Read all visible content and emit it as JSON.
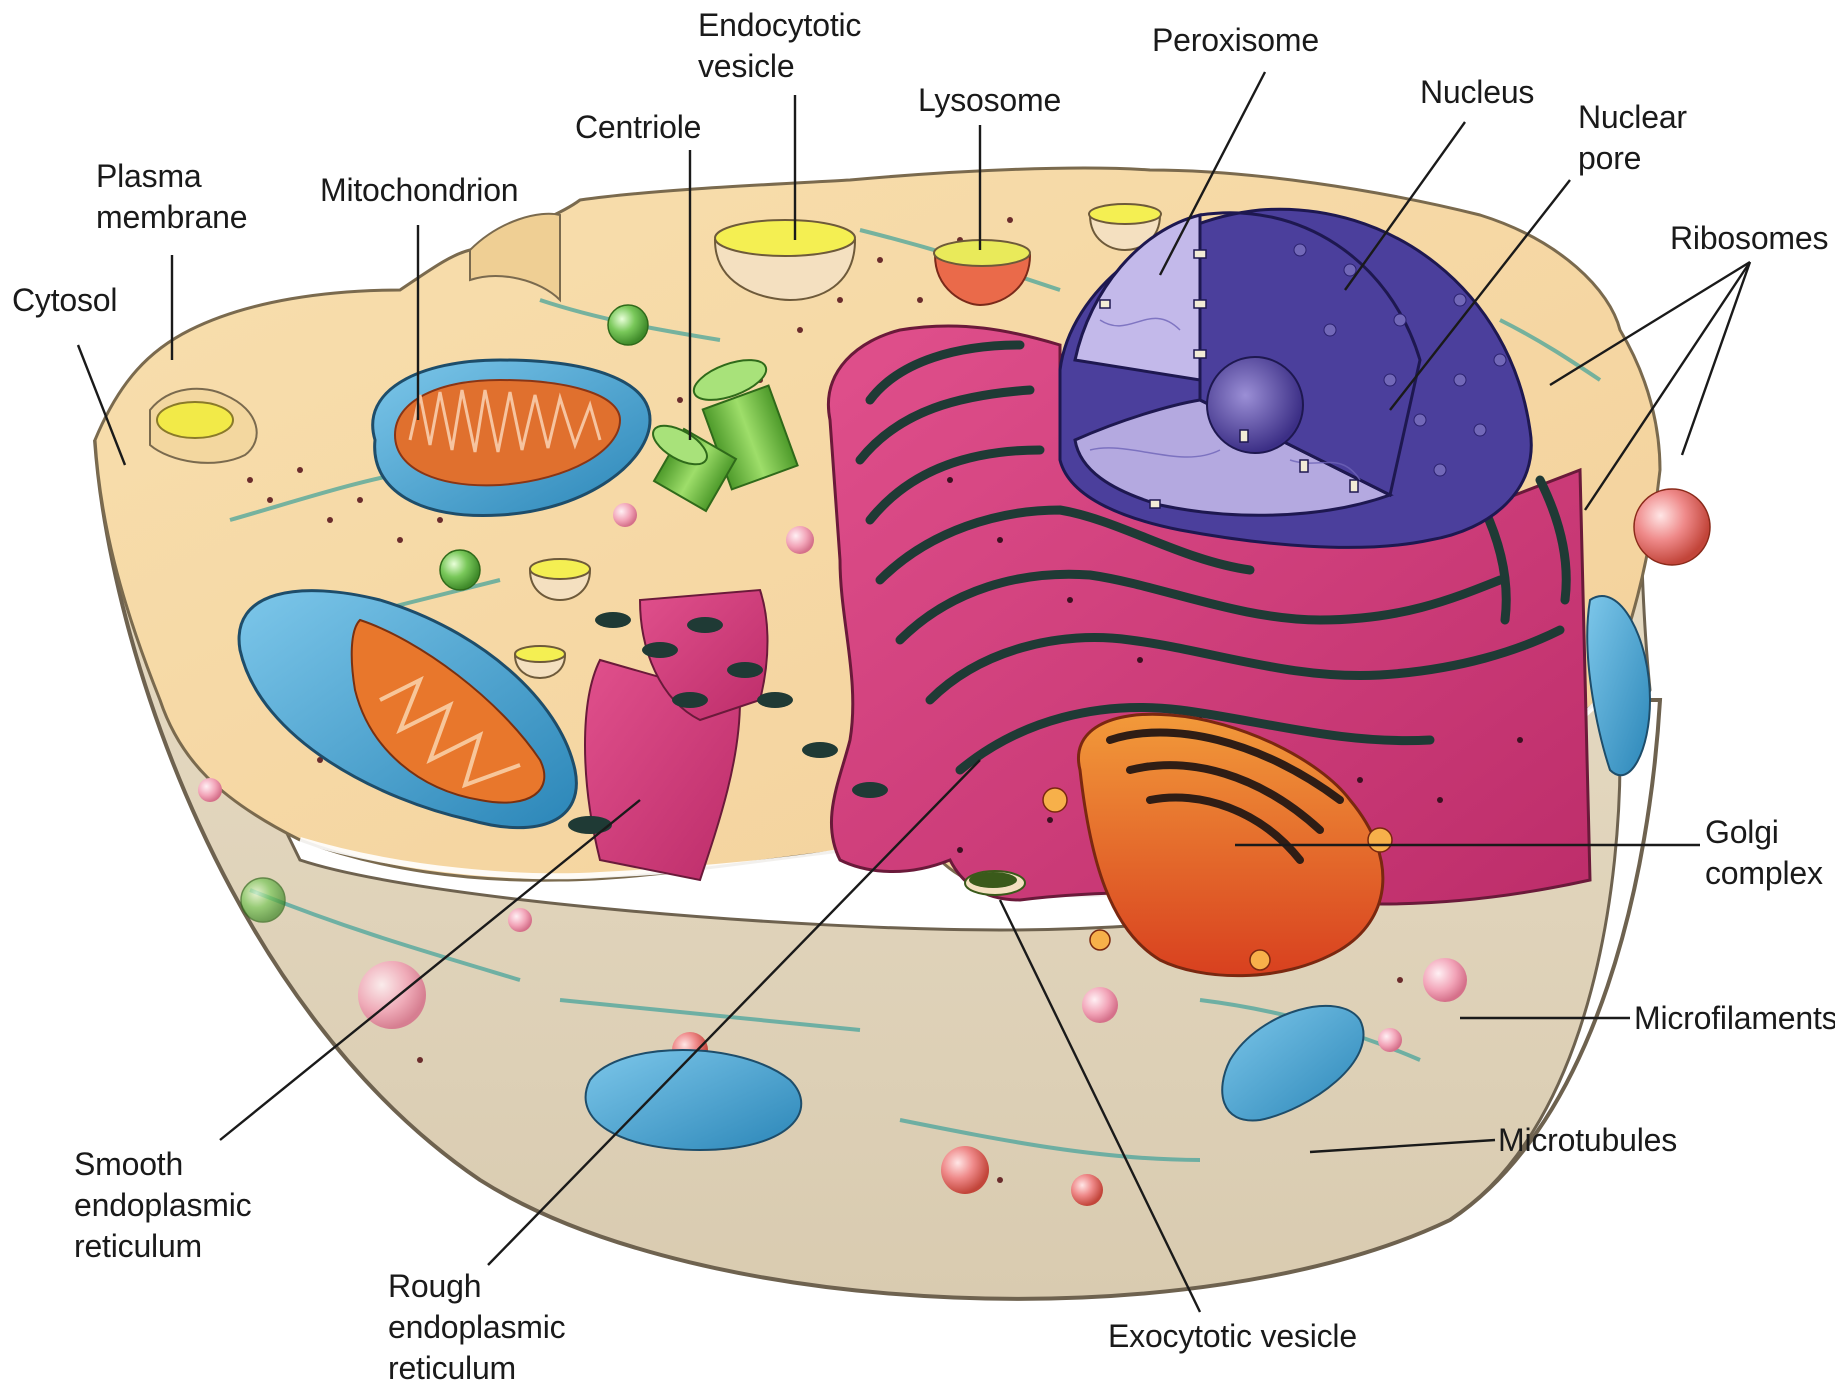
{
  "labels": {
    "cytosol": [
      "Cytosol"
    ],
    "plasma_membrane": [
      "Plasma",
      "membrane"
    ],
    "mitochondrion": [
      "Mitochondrion"
    ],
    "centriole": [
      "Centriole"
    ],
    "endocytotic_vesicle": [
      "Endocytotic",
      "vesicle"
    ],
    "lysosome": [
      "Lysosome"
    ],
    "peroxisome": [
      "Peroxisome"
    ],
    "nucleus": [
      "Nucleus"
    ],
    "nuclear_pore": [
      "Nuclear",
      "pore"
    ],
    "ribosomes": [
      "Ribosomes"
    ],
    "golgi_complex": [
      "Golgi",
      "complex"
    ],
    "microfilaments": [
      "Microfilaments"
    ],
    "microtubules": [
      "Microtubules"
    ],
    "smooth_er": [
      "Smooth",
      "endoplasmic",
      "reticulum"
    ],
    "rough_er": [
      "Rough",
      "endoplasmic",
      "reticulum"
    ],
    "exocytotic_vesicle": [
      "Exocytotic vesicle"
    ]
  },
  "colors": {
    "background": "#ffffff",
    "cytoplasm_top": "#f6d9a2",
    "cell_wall": "#e6d8bf",
    "mitochondrion_outer": "#3a98c8",
    "mitochondrion_inner": "#e0702e",
    "endoplasmic_reticulum": "#d33a7a",
    "nucleus": "#4a3f9a",
    "nucleoplasm": "#b9b0e0",
    "golgi": "#e8542a",
    "centriole": "#7fc94a",
    "lysosome": "#e8704a",
    "vesicle_fill": "#f2e640",
    "label_line": "#1a1a1a"
  }
}
